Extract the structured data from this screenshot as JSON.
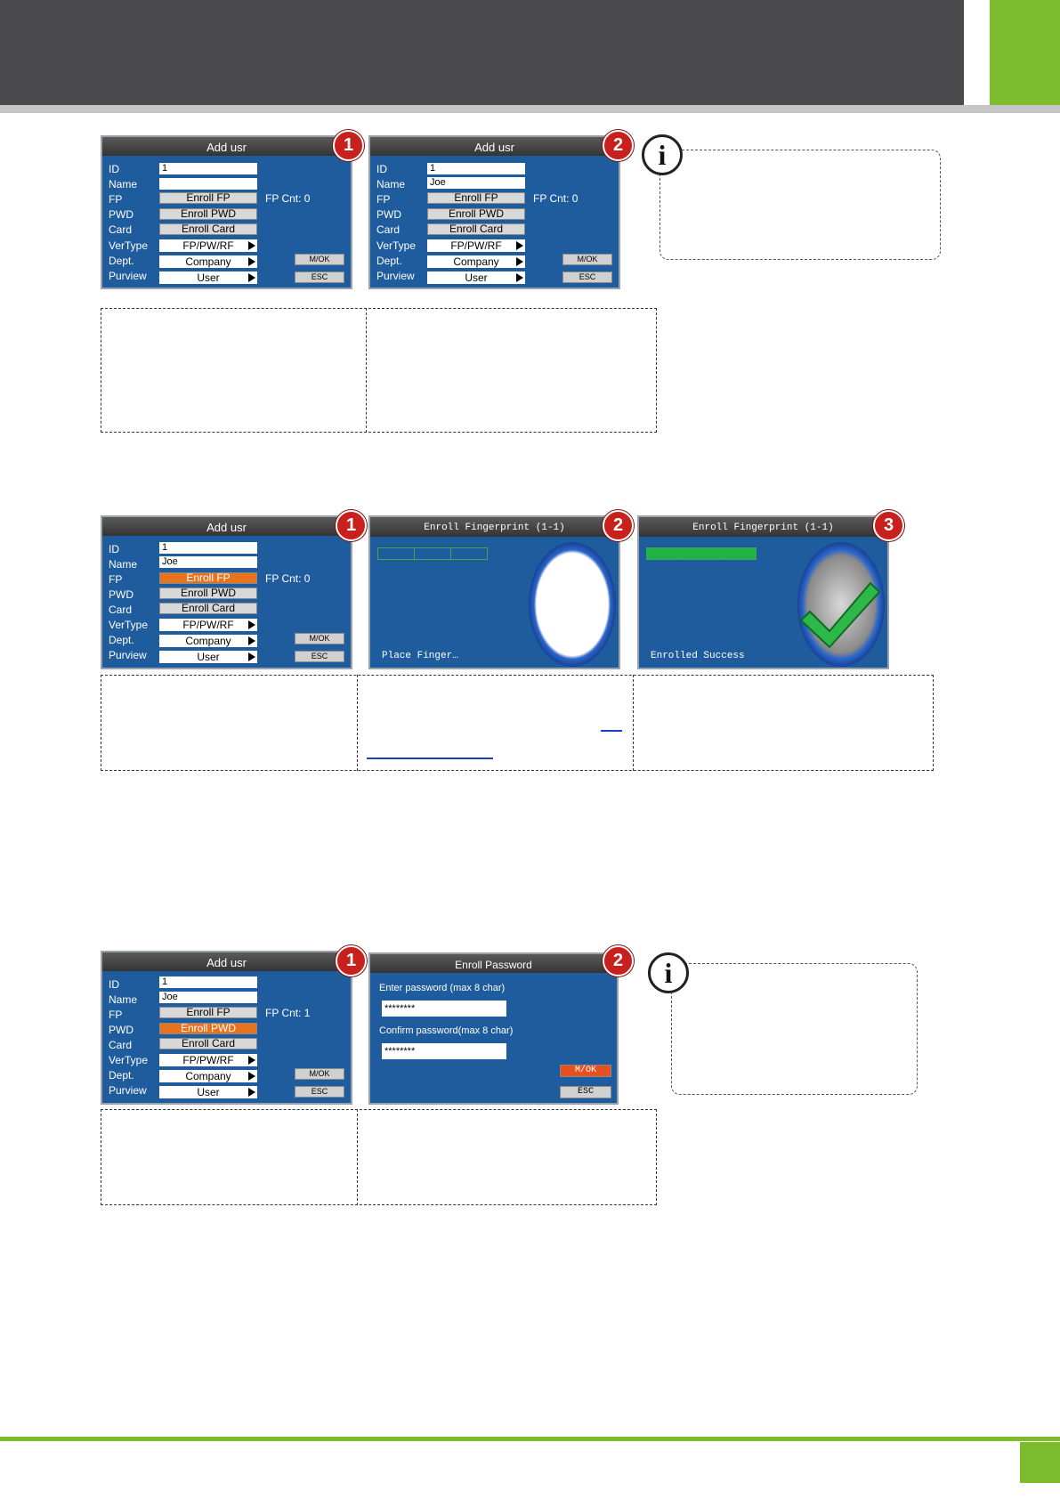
{
  "colors": {
    "header_dark": "#4a4a4c",
    "brand_green": "#7dbb2f",
    "screen_blue": "#1f5c9e",
    "active_orange": "#e8731f",
    "badge_red": "#c8201d",
    "progress_green": "#1fb245"
  },
  "icons": [
    "info-icon",
    "step-badge",
    "fingerprint-check-icon",
    "triangle-right-icon"
  ],
  "row1": {
    "screen1": {
      "badge": "1",
      "title": "Add usr",
      "labels": {
        "id": "ID",
        "name": "Name",
        "fp": "FP",
        "pwd": "PWD",
        "card": "Card",
        "vertype": "VerType",
        "dept": "Dept.",
        "purview": "Purview"
      },
      "id_value": "1",
      "name_value": "",
      "enroll_fp": "Enroll FP",
      "enroll_pwd": "Enroll PWD",
      "enroll_card": "Enroll Card",
      "vertype_value": "FP/PW/RF",
      "dept_value": "Company",
      "purview_value": "User",
      "fp_cnt": "FP Cnt: 0",
      "mok": "M/OK",
      "esc": "ESC"
    },
    "screen2": {
      "badge": "2",
      "title": "Add usr",
      "labels": {
        "id": "ID",
        "name": "Name",
        "fp": "FP",
        "pwd": "PWD",
        "card": "Card",
        "vertype": "VerType",
        "dept": "Dept.",
        "purview": "Purview"
      },
      "id_value": "1",
      "name_value": "Joe",
      "enroll_fp": "Enroll FP",
      "enroll_pwd": "Enroll PWD",
      "enroll_card": "Enroll Card",
      "vertype_value": "FP/PW/RF",
      "dept_value": "Company",
      "purview_value": "User",
      "fp_cnt": "FP Cnt: 0",
      "mok": "M/OK",
      "esc": "ESC"
    }
  },
  "row2": {
    "screen1": {
      "badge": "1",
      "title": "Add usr",
      "labels": {
        "id": "ID",
        "name": "Name",
        "fp": "FP",
        "pwd": "PWD",
        "card": "Card",
        "vertype": "VerType",
        "dept": "Dept.",
        "purview": "Purview"
      },
      "id_value": "1",
      "name_value": "Joe",
      "enroll_fp": "Enroll FP",
      "enroll_pwd": "Enroll PWD",
      "enroll_card": "Enroll Card",
      "vertype_value": "FP/PW/RF",
      "dept_value": "Company",
      "purview_value": "User",
      "fp_cnt": "FP Cnt: 0",
      "mok": "M/OK",
      "esc": "ESC"
    },
    "screen2": {
      "badge": "2",
      "title": "Enroll Fingerprint (1-1)",
      "status": "Place Finger…"
    },
    "screen3": {
      "badge": "3",
      "title": "Enroll Fingerprint (1-1)",
      "status": "Enrolled Success"
    }
  },
  "row3": {
    "screen1": {
      "badge": "1",
      "title": "Add usr",
      "labels": {
        "id": "ID",
        "name": "Name",
        "fp": "FP",
        "pwd": "PWD",
        "card": "Card",
        "vertype": "VerType",
        "dept": "Dept.",
        "purview": "Purview"
      },
      "id_value": "1",
      "name_value": "Joe",
      "enroll_fp": "Enroll FP",
      "enroll_pwd": "Enroll PWD",
      "enroll_card": "Enroll Card",
      "vertype_value": "FP/PW/RF",
      "dept_value": "Company",
      "purview_value": "User",
      "fp_cnt": "FP Cnt: 1",
      "mok": "M/OK",
      "esc": "ESC"
    },
    "screen2": {
      "badge": "2",
      "title": "Enroll Password",
      "enter_label": "Enter password (max 8 char)",
      "enter_value": "********",
      "confirm_label": "Confirm password(max 8 char)",
      "confirm_value": "********",
      "mok": "M/OK",
      "esc": "ESC"
    }
  }
}
